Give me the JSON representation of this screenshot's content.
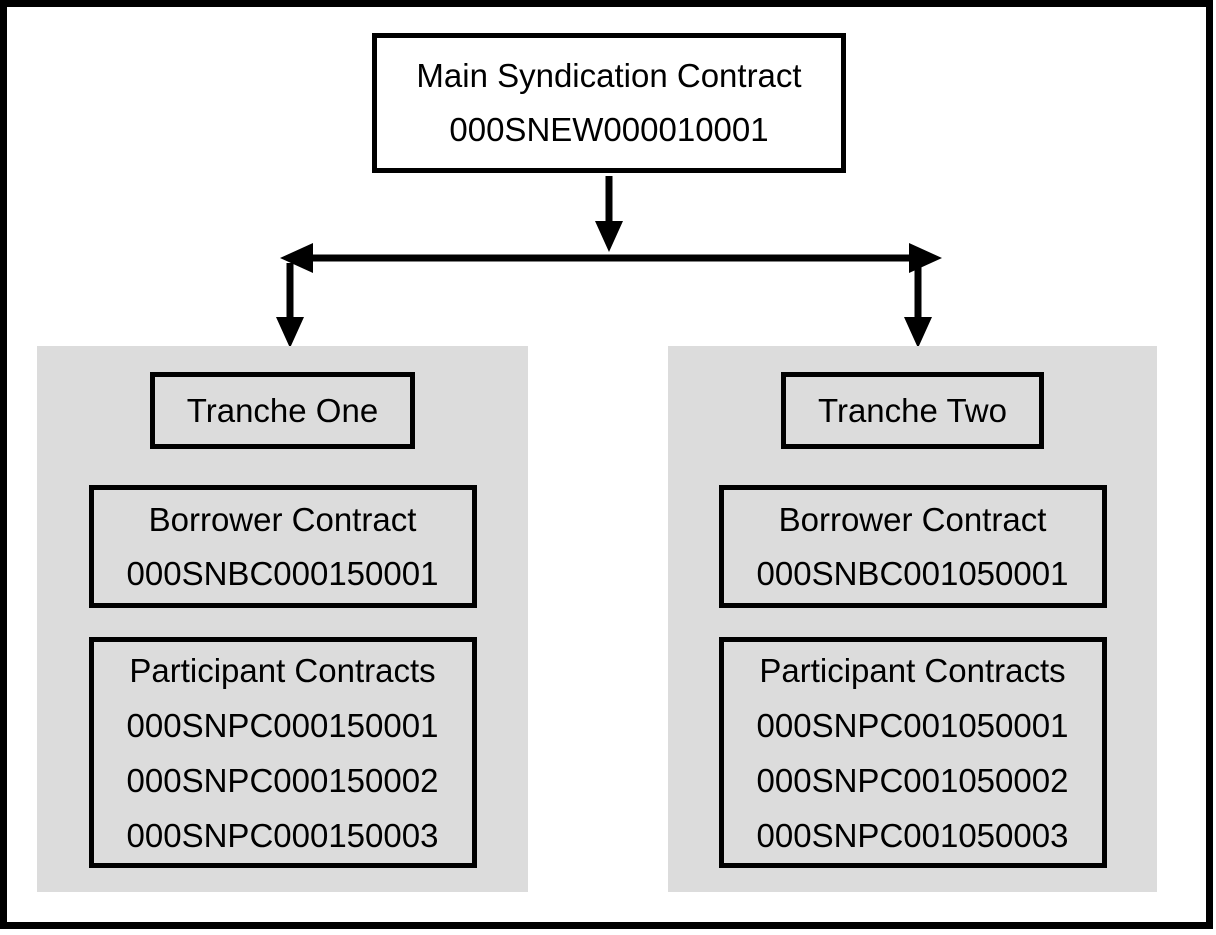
{
  "diagram": {
    "root": {
      "title": "Main Syndication Contract",
      "id": "000SNEW000010001"
    },
    "tranches": [
      {
        "label": "Tranche One",
        "borrower": {
          "title": "Borrower Contract",
          "id": "000SNBC000150001"
        },
        "participants": {
          "title": "Participant Contracts",
          "ids": [
            "000SNPC000150001",
            "000SNPC000150002",
            "000SNPC000150003"
          ]
        }
      },
      {
        "label": "Tranche Two",
        "borrower": {
          "title": "Borrower Contract",
          "id": "000SNBC001050001"
        },
        "participants": {
          "title": "Participant Contracts",
          "ids": [
            "000SNPC001050001",
            "000SNPC001050002",
            "000SNPC001050003"
          ]
        }
      }
    ],
    "colors": {
      "panel_bg": "#dcdcdc",
      "line": "#000000",
      "background": "#ffffff"
    }
  }
}
